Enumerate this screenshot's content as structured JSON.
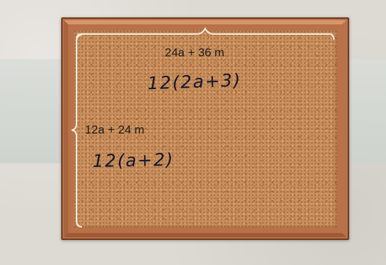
{
  "board": {
    "top_dimension": "24a + 36 m",
    "top_handwritten": "12(2a+3)",
    "side_dimension": "12a + 24 m",
    "side_handwritten": "12(a+2)"
  },
  "colors": {
    "frame": "#b9714a",
    "cork": "#c98e5c",
    "ink": "#0f1630"
  }
}
